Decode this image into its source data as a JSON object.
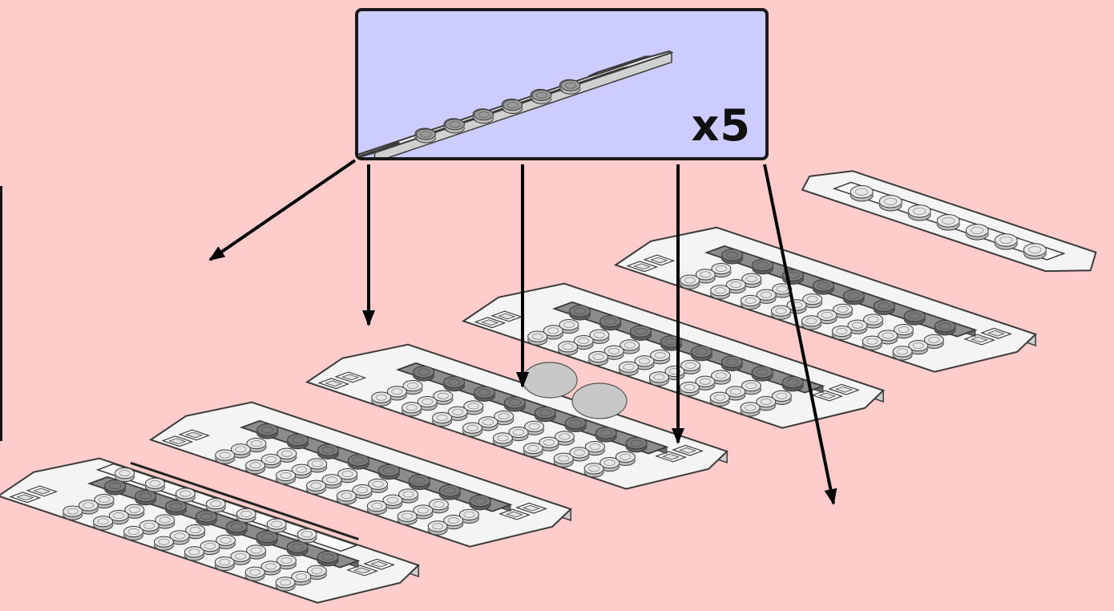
{
  "page": {
    "background_color": "#ffcccc"
  },
  "callout": {
    "background_color": "#ccccff",
    "border_color": "#1a1a1a",
    "part_name": "",
    "part_icon": "plate-with-curved-ends-icon",
    "quantity_label": "x5"
  },
  "model": {
    "icon": "assembled-plate-sections-icon",
    "section_count": 5,
    "colors": {
      "plate_white": "#f4f4f4",
      "outline": "#3a3a3a",
      "rail_dark": "#8c8c8c",
      "stud_light": "#e6e6e6",
      "stud_dark": "#7a7a7a"
    }
  },
  "arrows": {
    "count": 5,
    "color": "#000000"
  }
}
